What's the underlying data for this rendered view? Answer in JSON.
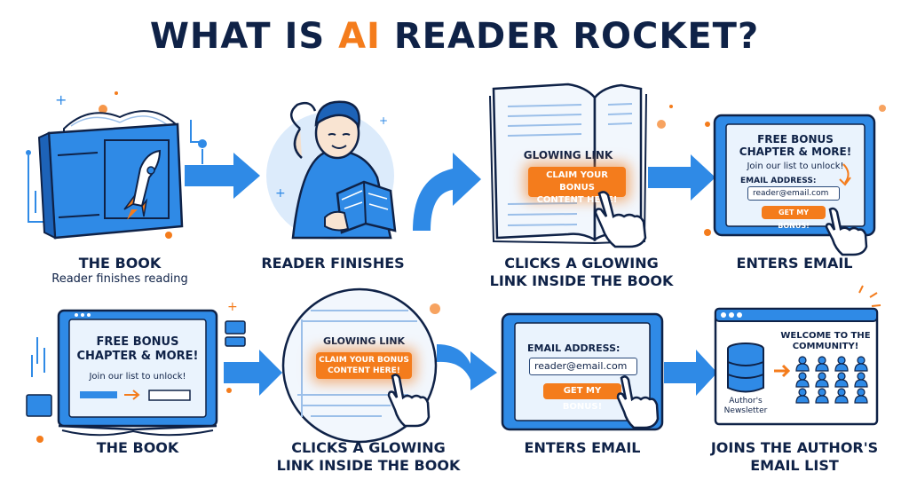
{
  "title": {
    "prefix": "WHAT IS ",
    "accent": "AI",
    "suffix": " READER ROCKET?"
  },
  "colors": {
    "navy": "#0f2247",
    "blue": "#2f8ae6",
    "light_blue": "#dcebfb",
    "orange": "#f47c1c"
  },
  "top_row": [
    {
      "label": "THE BOOK",
      "sub": "Reader finishes reading",
      "icon": "rocket-book-icon"
    },
    {
      "label": "READER FINISHES",
      "icon": "relaxed-reader-icon"
    },
    {
      "label_line1": "CLICKS A GLOWING",
      "label_line2": "LINK INSIDE THE BOOK",
      "glowing_link": "GLOWING LINK",
      "claim_line1": "CLAIM YOUR BONUS",
      "claim_line2": "CONTENT HERE!"
    },
    {
      "label": "ENTERS EMAIL",
      "free_line1": "FREE BONUS",
      "free_line2": "CHAPTER & MORE!",
      "join": "Join our list to unlock!",
      "email_label": "EMAIL ADDRESS:",
      "email_value": "reader@email.com",
      "button": "GET MY BONUS!"
    }
  ],
  "bottom_row": [
    {
      "label": "THE BOOK",
      "free_line1": "FREE BONUS",
      "free_line2": "CHAPTER & MORE!",
      "join": "Join our list to unlock!"
    },
    {
      "label_line1": "CLICKS A GLOWING",
      "label_line2": "LINK INSIDE THE BOOK",
      "glowing_link": "GLOWING LINK",
      "claim_line1": "CLAIM YOUR BONUS",
      "claim_line2": "CONTENT HERE!"
    },
    {
      "label": "ENTERS EMAIL",
      "email_label": "EMAIL ADDRESS:",
      "email_value": "reader@email.com",
      "button": "GET MY BONUS!"
    },
    {
      "label_line1": "JOINS THE AUTHOR'S",
      "label_line2": "EMAIL LIST",
      "welcome_line1": "WELCOME TO THE",
      "welcome_line2": "COMMUNITY!",
      "newsletter_line1": "Author's",
      "newsletter_line2": "Newsletter"
    }
  ]
}
